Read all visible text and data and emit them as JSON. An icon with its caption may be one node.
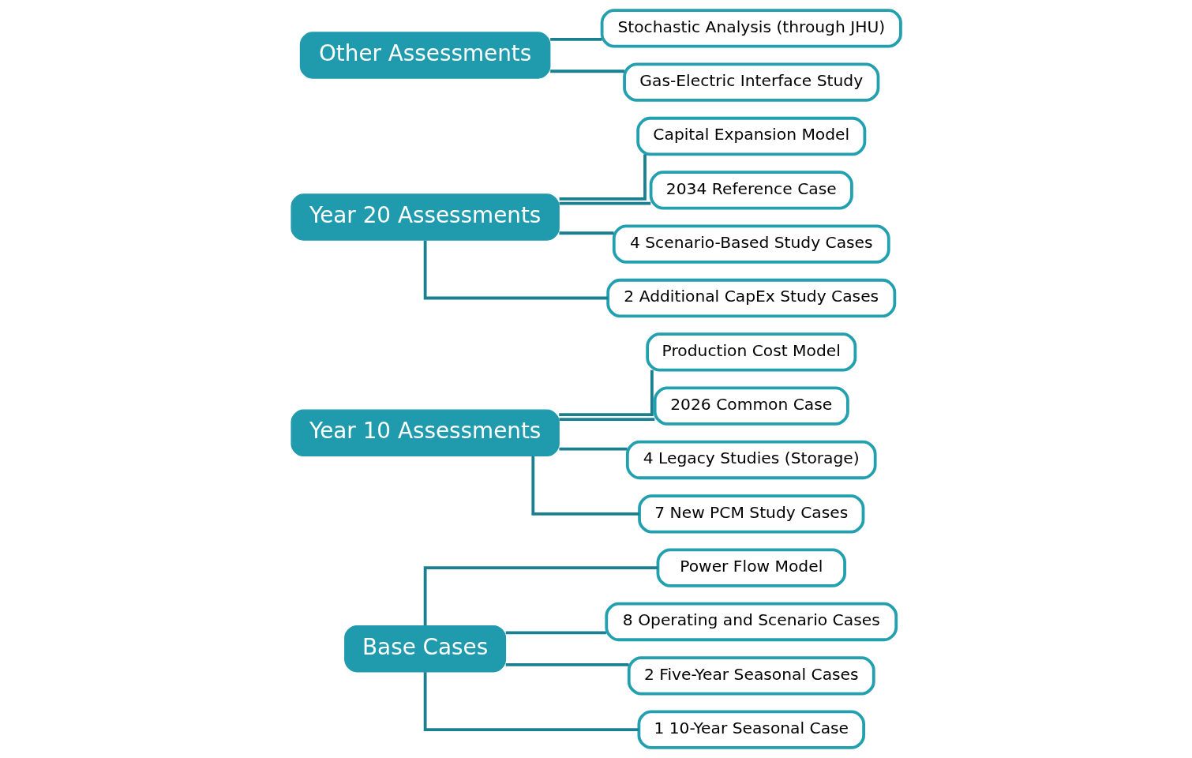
{
  "diagram": {
    "nodes": [
      {
        "text": [
          "Base Cases"
        ]
      },
      {
        "text": [
          "Power Flow Model"
        ]
      },
      {
        "text": [
          "8 Operating and Scenario Cases"
        ]
      },
      {
        "text": [
          "2 Five-Year Seasonal Cases"
        ]
      },
      {
        "text": [
          "1 10-Year Seasonal Case"
        ]
      },
      {
        "text": [
          "Year 10 Assessments"
        ]
      },
      {
        "text": [
          "Production Cost Model"
        ]
      },
      {
        "text": [
          "2026 Common Case"
        ]
      },
      {
        "text": [
          "4 Legacy Studies (Storage)"
        ]
      },
      {
        "text": [
          "7 New PCM Study Cases"
        ]
      },
      {
        "text": [
          "Year 20 Assessments"
        ]
      },
      {
        "text": [
          "Capital Expansion Model"
        ]
      },
      {
        "text": [
          "2034 Reference Case"
        ]
      },
      {
        "text": [
          "4 Scenario-Based Study Cases"
        ]
      },
      {
        "text": [
          "2 Additional CapEx Study Cases"
        ]
      },
      {
        "text": [
          "Other Assessments"
        ]
      },
      {
        "text": [
          "Stochastic Analysis (through JHU)"
        ]
      },
      {
        "text": [
          "Gas-Electric Interface Study"
        ]
      }
    ],
    "edges": [
      {
        "from": 0,
        "to": 1,
        "arrow": "none"
      },
      {
        "from": 0,
        "to": 2,
        "arrow": "none"
      },
      {
        "from": 0,
        "to": 3,
        "arrow": "none"
      },
      {
        "from": 0,
        "to": 4,
        "arrow": "none"
      },
      {
        "from": 5,
        "to": 6,
        "arrow": "none"
      },
      {
        "from": 5,
        "to": 7,
        "arrow": "none"
      },
      {
        "from": 5,
        "to": 8,
        "arrow": "none"
      },
      {
        "from": 5,
        "to": 9,
        "arrow": "none"
      },
      {
        "from": 10,
        "to": 11,
        "arrow": "none"
      },
      {
        "from": 10,
        "to": 12,
        "arrow": "none"
      },
      {
        "from": 10,
        "to": 13,
        "arrow": "none"
      },
      {
        "from": 10,
        "to": 14,
        "arrow": "none"
      },
      {
        "from": 15,
        "to": 16,
        "arrow": "none"
      },
      {
        "from": 15,
        "to": 17,
        "arrow": "none"
      }
    ]
  }
}
